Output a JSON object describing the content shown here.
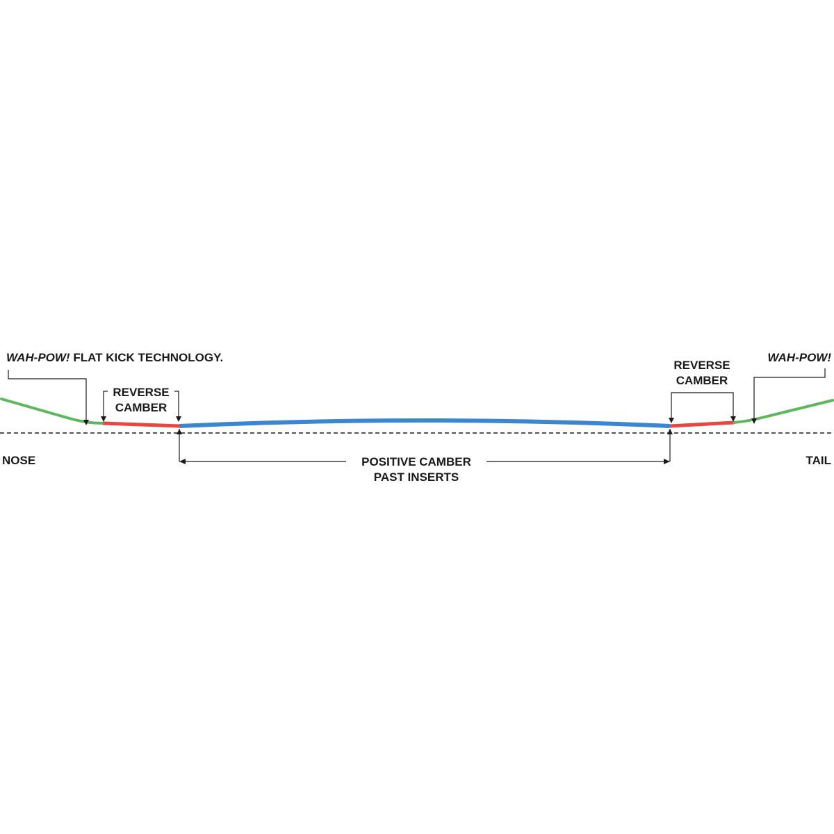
{
  "labels": {
    "nose_callout_brand": "WAH-POW!",
    "nose_callout_rest": " FLAT KICK TECHNOLOGY.",
    "tail_callout_brand": "WAH-POW!",
    "reverse_camber_left_1": "REVERSE",
    "reverse_camber_left_2": "CAMBER",
    "reverse_camber_right_1": "REVERSE",
    "reverse_camber_right_2": "CAMBER",
    "positive_camber_1": "POSITIVE CAMBER",
    "positive_camber_2": "PAST INSERTS",
    "nose": "NOSE",
    "tail": "TAIL"
  },
  "colors": {
    "flat_kick": "#5cb85c",
    "reverse_camber": "#e8463e",
    "positive_camber": "#3a86d1",
    "text": "#1a1a1a",
    "baseline": "#1a1a1a"
  }
}
